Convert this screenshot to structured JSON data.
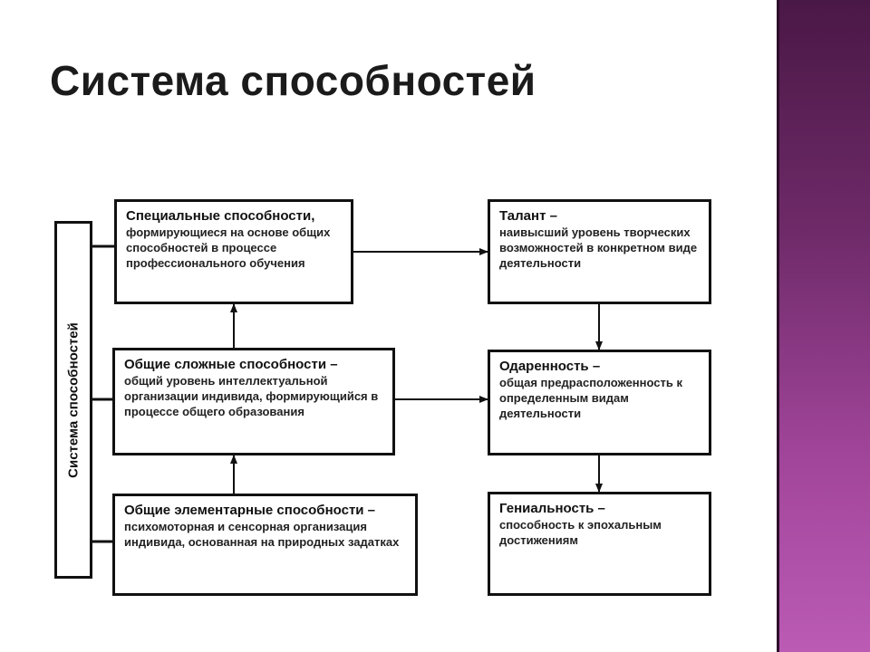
{
  "slide": {
    "title": "Система способностей",
    "accent_color": "#8e3a88"
  },
  "diagram": {
    "side_label": "Система способностей",
    "left_boxes": [
      {
        "head": "Специальные способности,",
        "body": "формирующиеся на основе общих способностей в процессе профессионального обучения"
      },
      {
        "head": "Общие сложные способности –",
        "body": "общий уровень интеллектуальной организации индивида, формирующийся в процессе общего образования"
      },
      {
        "head": "Общие элементарные способности –",
        "body": "психомоторная и сенсорная организация индивида, основанная на природных задатках"
      }
    ],
    "right_boxes": [
      {
        "head": "Талант –",
        "body": "наивысший уровень творческих возможностей в конкретном виде деятельности"
      },
      {
        "head": "Одаренность –",
        "body": "общая предрасположенность к определенным видам деятельности"
      },
      {
        "head": "Гениальность –",
        "body": "способность к эпохальным достижениям"
      }
    ]
  }
}
